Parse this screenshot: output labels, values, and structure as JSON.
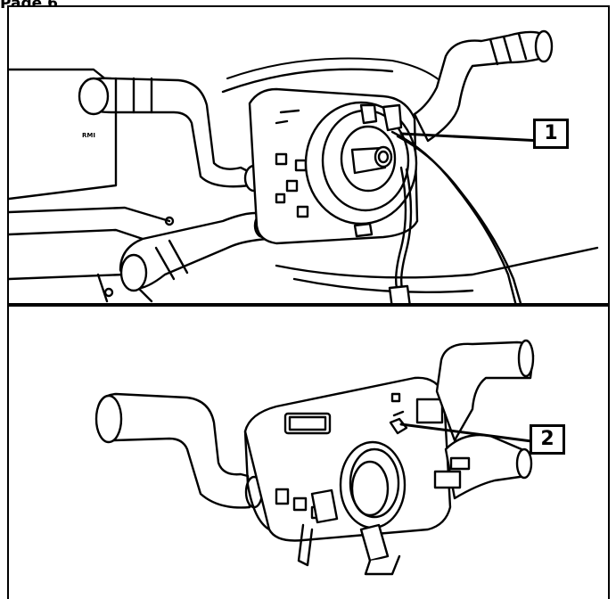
{
  "title": "Page 6",
  "small_label": "RMI",
  "callouts": {
    "one": "1",
    "two": "2"
  },
  "colors": {
    "line": "#000000",
    "fill": "#ffffff",
    "shade": "#e8e8e8"
  }
}
